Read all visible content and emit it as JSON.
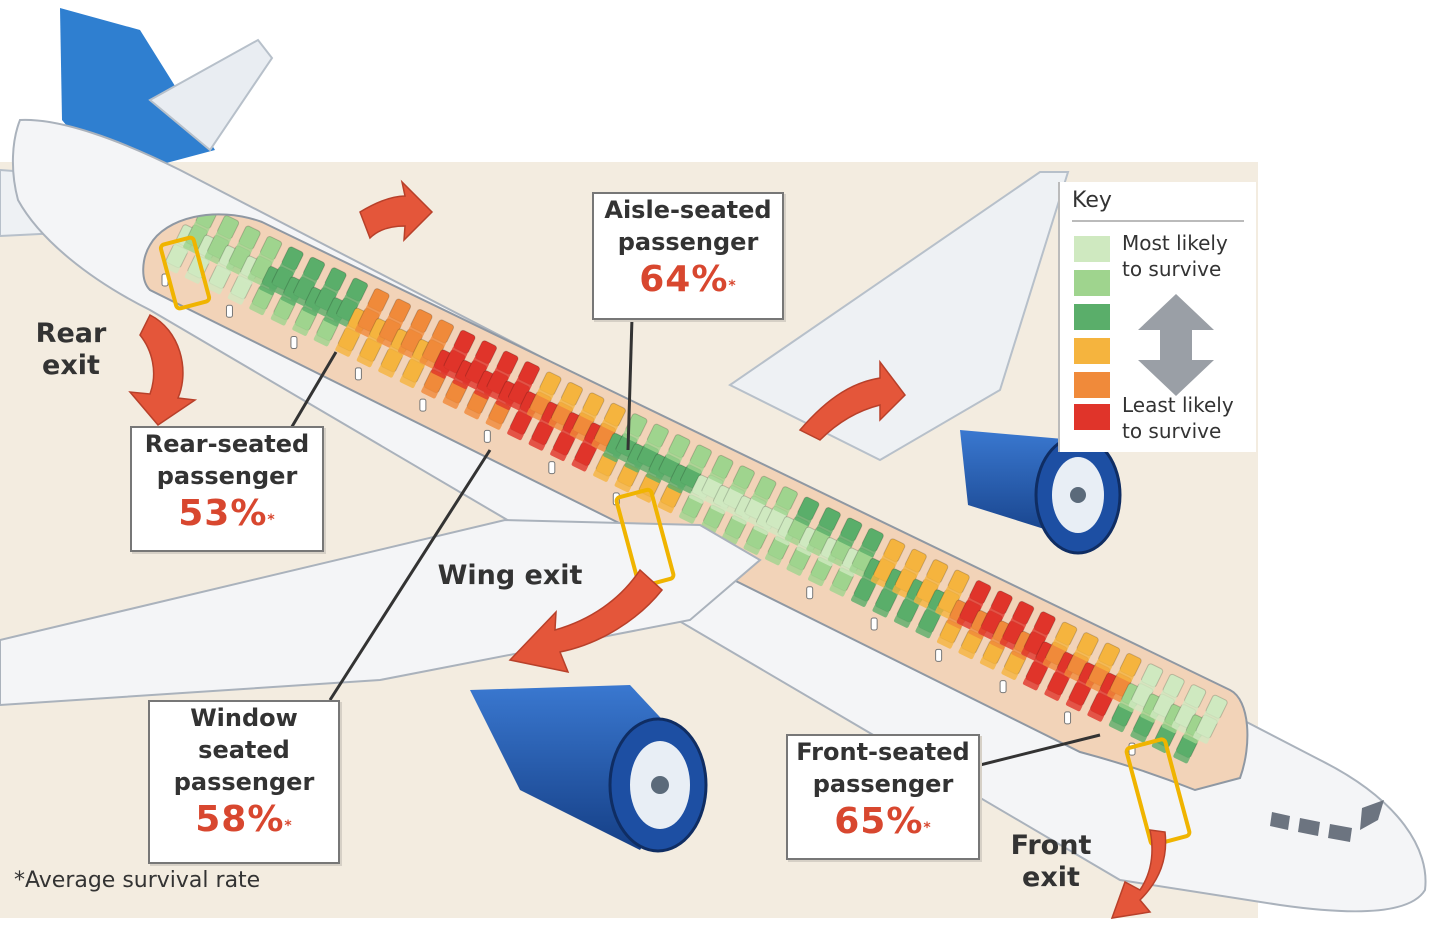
{
  "labels": {
    "aisle": {
      "title": "Aisle-seated passenger",
      "line1": "Aisle-seated",
      "line2": "passenger",
      "pct": "64%",
      "mark": "*"
    },
    "rear": {
      "line1": "Rear-seated",
      "line2": "passenger",
      "pct": "53%",
      "mark": "*"
    },
    "window": {
      "line1": "Window",
      "line2": "seated",
      "line3": "passenger",
      "pct": "58%",
      "mark": "*"
    },
    "front": {
      "line1": "Front-seated",
      "line2": "passenger",
      "pct": "65%",
      "mark": "*"
    }
  },
  "exits": {
    "rear": {
      "line1": "Rear",
      "line2": "exit"
    },
    "wing": {
      "line1": "Wing exit"
    },
    "front": {
      "line1": "Front",
      "line2": "exit"
    }
  },
  "key": {
    "title": "Key",
    "top_label_1": "Most likely",
    "top_label_2": "to survive",
    "bottom_label_1": "Least likely",
    "bottom_label_2": "to survive",
    "swatches": [
      "#cfe9c0",
      "#9fd48e",
      "#5aae6a",
      "#f5b43e",
      "#f08a3a",
      "#e0342a"
    ]
  },
  "footnote": "*Average survival rate",
  "colors": {
    "most_light": "#cfe9c0",
    "most": "#9fd48e",
    "green": "#5aae6a",
    "amber": "#f5b43e",
    "orange": "#f08a3a",
    "red": "#e0342a",
    "arrow": "#e4563a",
    "engine": "#1f57b0",
    "tail": "#2f7fd0",
    "background": "#f3ece0"
  }
}
